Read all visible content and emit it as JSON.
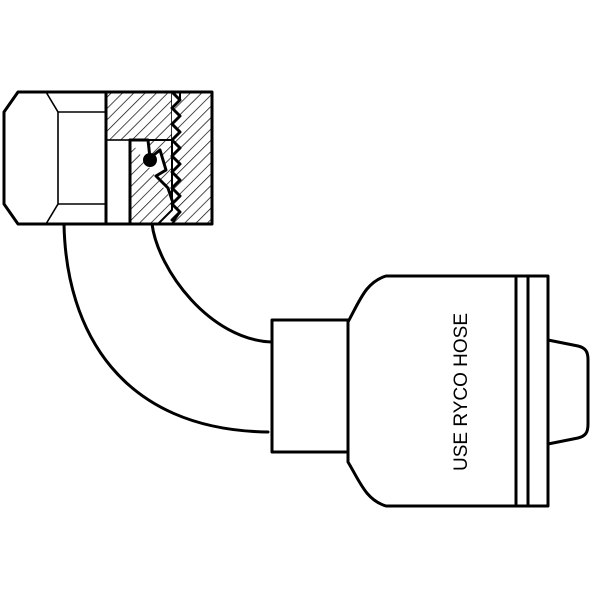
{
  "figure": {
    "label_text": "USE RYCO HOSE",
    "colors": {
      "line": "#000000",
      "fill": "#ffffff"
    },
    "parts": [
      "swivel-nut",
      "elbow-tube",
      "hose-socket"
    ]
  }
}
